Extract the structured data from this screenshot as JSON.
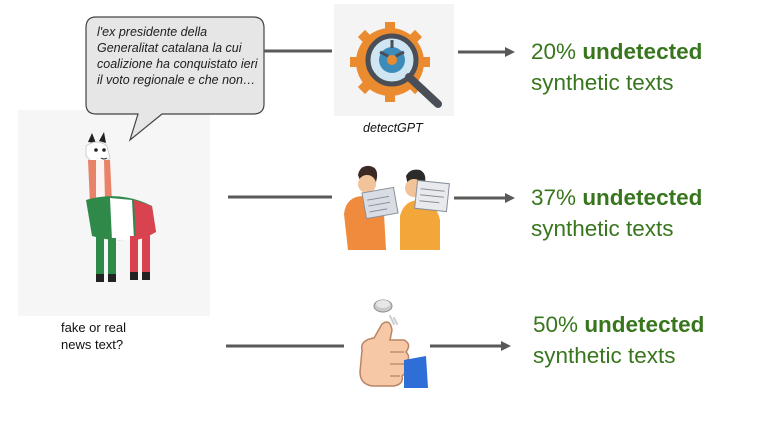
{
  "bubble": {
    "text": "l'ex presidente della Generalitat catalana la cui coalizione ha conquistato ieri il voto regionale e che non…"
  },
  "caption": {
    "line1": "fake or real",
    "line2": "news text?"
  },
  "detector": {
    "label": "detectGPT",
    "icon": "magnifier-gear-icon"
  },
  "humans": {
    "icon": "people-reading-newspaper-icon"
  },
  "coin": {
    "icon": "coin-flip-thumb-icon"
  },
  "results": [
    {
      "percent": "20%",
      "word": "undetected",
      "rest": "synthetic texts"
    },
    {
      "percent": "37%",
      "word": "undetected",
      "rest": "synthetic texts"
    },
    {
      "percent": "50%",
      "word": "undetected",
      "rest": "synthetic texts"
    }
  ],
  "colors": {
    "result_green": "#38761d",
    "arrow": "#595959"
  }
}
